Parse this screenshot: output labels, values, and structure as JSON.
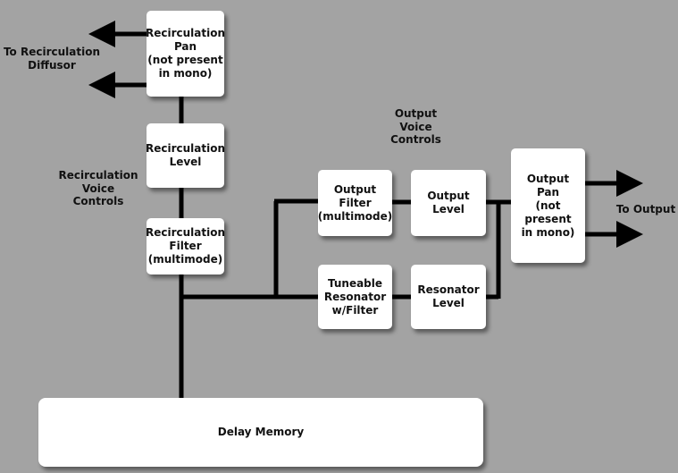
{
  "boxes": {
    "recirc_pan": "Recirculation\nPan\n(not present\nin mono)",
    "recirc_level": "Recirculation\nLevel",
    "recirc_filter": "Recirculation\nFilter\n(multimode)",
    "output_filter": "Output Filter\n(multimode)",
    "output_level": "Output\nLevel",
    "resonator": "Tuneable\nResonator\nw/Filter",
    "resonator_level": "Resonator\nLevel",
    "output_pan": "Output\nPan\n(not present\nin mono)",
    "delay_memory": "Delay Memory"
  },
  "labels": {
    "to_recirc_diffusor": "To Recirculation\nDiffusor",
    "recirc_voice_controls": "Recirculation\nVoice\nControls",
    "output_voice_controls": "Output\nVoice\nControls",
    "to_output": "To Output"
  },
  "colors": {
    "background": "#a3a3a3",
    "box": "#ffffff",
    "line": "#000000"
  }
}
